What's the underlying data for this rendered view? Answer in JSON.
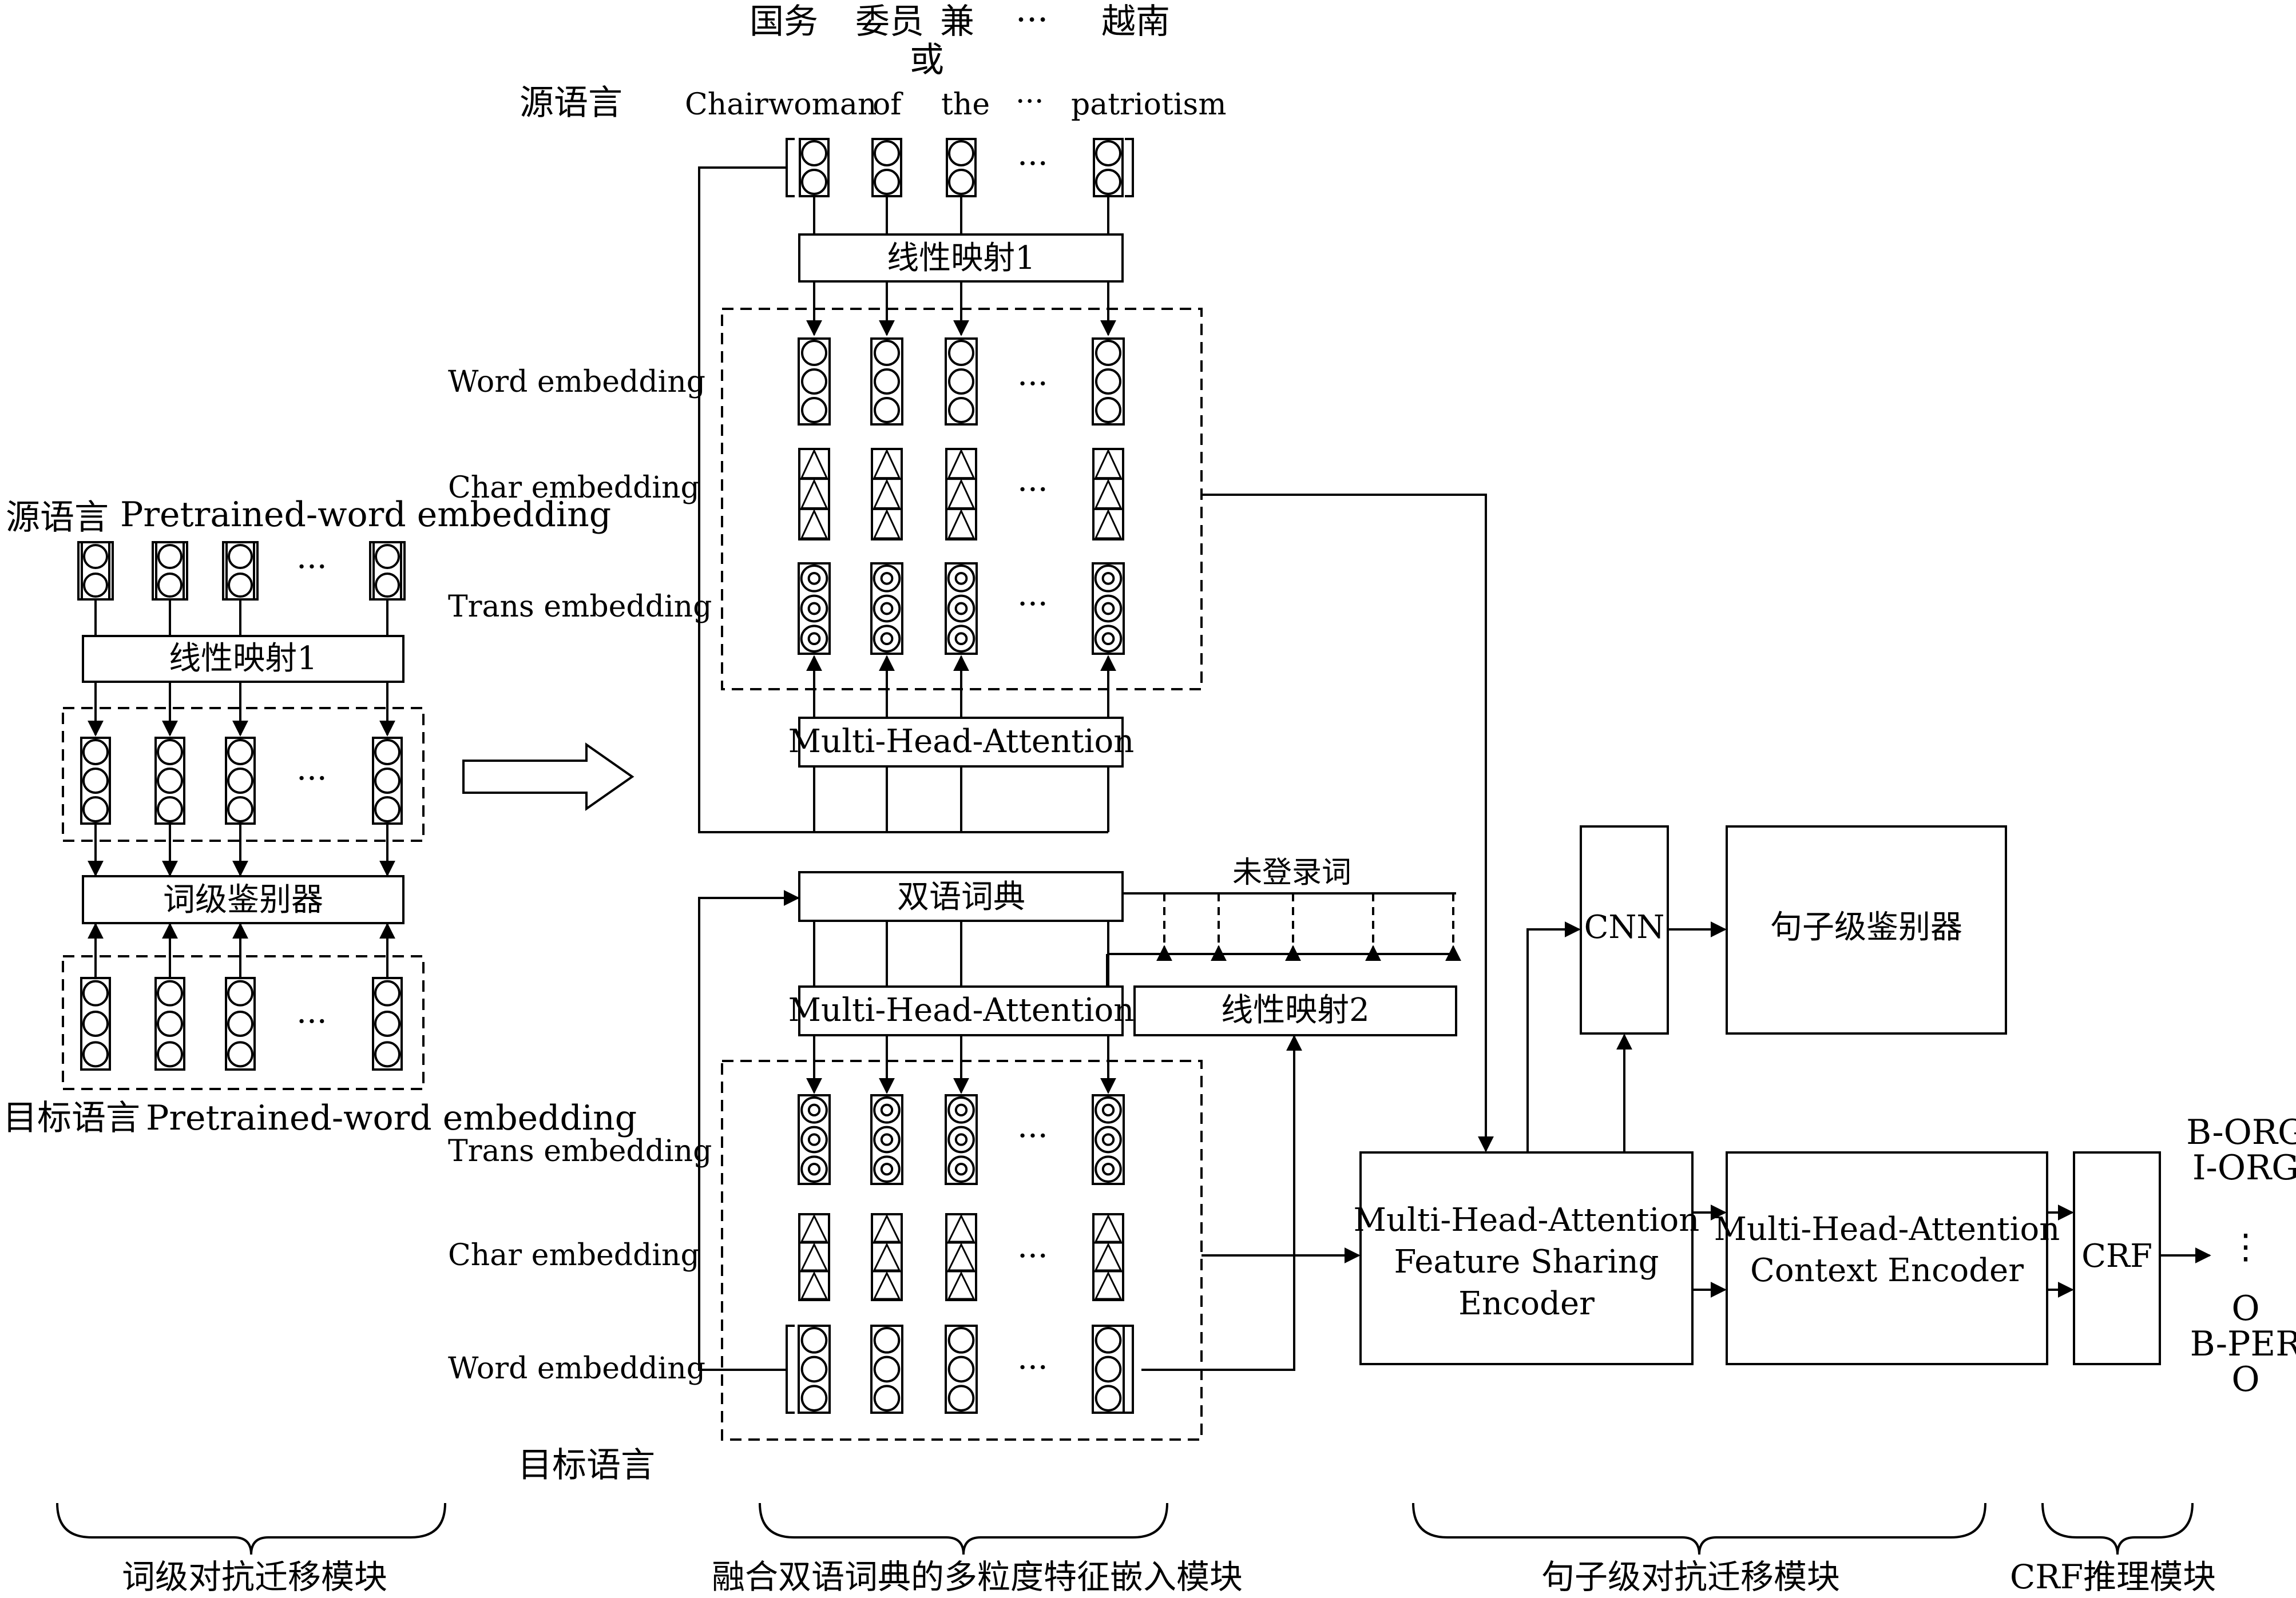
{
  "word_level": {
    "source_label": "源语言",
    "pretrained_label": "Pretrained-word embedding",
    "linear_map_label": "线性映射1",
    "discriminator_label": "词级鉴别器",
    "target_label": "目标语言",
    "target_pretrained_label": "Pretrained-word embedding",
    "ellipsis": "···"
  },
  "multi_grain": {
    "top_chinese": [
      "国务",
      "委员",
      "兼",
      "或",
      "···",
      "越南"
    ],
    "source_label": "源语言",
    "source_words": [
      "Chairwoman",
      "of",
      "the",
      "···",
      "patriotism"
    ],
    "linear_map_1": "线性映射1",
    "word_embedding": "Word embedding",
    "char_embedding": "Char embedding",
    "trans_embedding": "Trans embedding",
    "mha_top": "Multi-Head-Attention",
    "bilingual_dict": "双语词典",
    "oov_label": "未登录词",
    "mha_bottom": "Multi-Head-Attention",
    "linear_map_2": "线性映射2",
    "trans_embedding_b": "Trans embedding",
    "char_embedding_b": "Char embedding",
    "word_embedding_b": "Word embedding",
    "target_label": "目标语言",
    "ellipsis": "···"
  },
  "sentence_level": {
    "cnn": "CNN",
    "sentence_discriminator": "句子级鉴别器",
    "fse_lines": [
      "Multi-Head-Attention",
      "Feature Sharing",
      "Encoder"
    ],
    "ce_lines": [
      "Multi-Head-Attention",
      "Context Encoder"
    ],
    "crf": "CRF",
    "outputs_top": [
      "B-ORG",
      "I-ORG"
    ],
    "outputs_dots": "⋮",
    "outputs_bottom": [
      "O",
      "B-PER",
      "O"
    ]
  },
  "modules": [
    "词级对抗迁移模块",
    "融合双语词典的多粒度特征嵌入模块",
    "句子级对抗迁移模块",
    "CRF推理模块"
  ]
}
